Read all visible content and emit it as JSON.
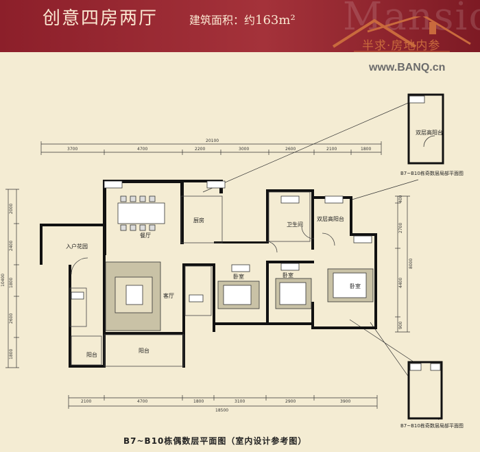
{
  "header": {
    "title": "创意四房两厅",
    "area_label": "建筑面积：约",
    "area_value": "163m²",
    "watermark": "Mansion"
  },
  "logo": {
    "name": "半求·房地内参",
    "url": "www.BANQ.cn"
  },
  "rooms": {
    "entrance_garden": "入户花园",
    "dining": "餐厅",
    "kitchen": "厨房",
    "living": "客厅",
    "bathroom": "卫生间",
    "double_balcony": "双层高阳台",
    "bedroom1": "卧室",
    "bedroom2": "卧室",
    "bedroom3": "卧室",
    "balcony_small": "阳台",
    "balcony_main": "阳台"
  },
  "dimensions": {
    "top_total": "20100",
    "top": [
      "3700",
      "4700",
      "2200",
      "3000",
      "2600",
      "2100",
      "1800"
    ],
    "bottom_total": "18500",
    "bottom": [
      "2100",
      "4700",
      "1800",
      "3100",
      "2900",
      "3900"
    ],
    "left_total": "10400",
    "left": [
      "2000",
      "2400",
      "1800",
      "2600",
      "1800"
    ],
    "right_total": "8000",
    "right": [
      "400",
      "2700",
      "4400",
      "900"
    ]
  },
  "insets": {
    "top_label": "双层高阳台",
    "top_caption": "B7~B10栋奇数层局部平面图",
    "bottom_caption": "B7~B10栋奇数层局部平面图"
  },
  "footer": {
    "caption": "B7~B10栋偶数层平面图（室内设计参考图）"
  }
}
